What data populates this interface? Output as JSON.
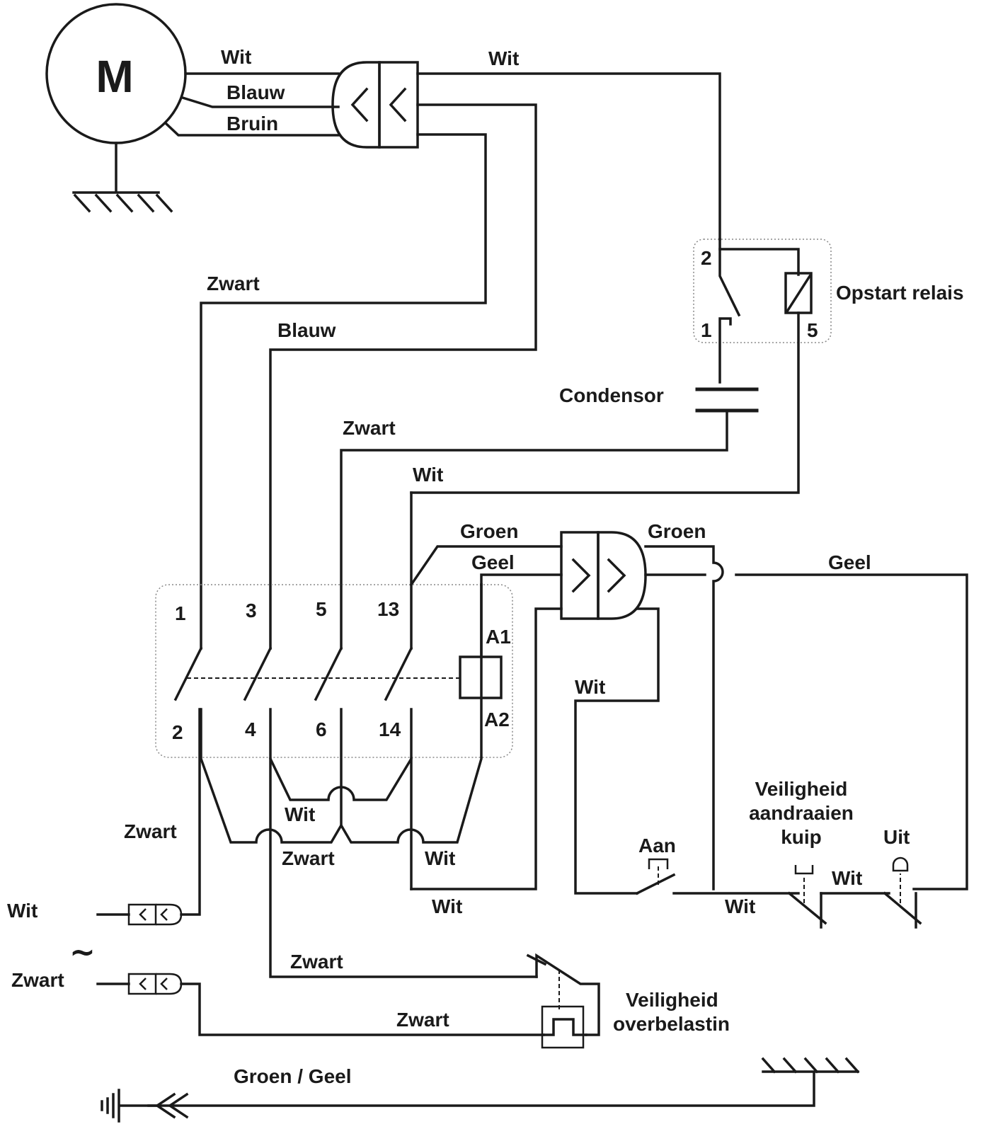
{
  "motor": {
    "symbol": "M"
  },
  "wires": {
    "motor_wit": "Wit",
    "motor_blauw": "Blauw",
    "motor_bruin": "Bruin",
    "conn_wit": "Wit",
    "zwart_1": "Zwart",
    "blauw_3": "Blauw",
    "zwart_5": "Zwart",
    "wit_13": "Wit",
    "groen_left": "Groen",
    "geel_left": "Geel",
    "groen_right": "Groen",
    "geel_right": "Geel",
    "wit_ctrl": "Wit",
    "wit_bridge": "Wit",
    "zwart_bridge": "Zwart",
    "wit_14": "Wit",
    "wit_bottom": "Wit",
    "zwart_left": "Zwart",
    "wit_aan": "Wit",
    "wit_uit": "Wit",
    "zwart_ol_top": "Zwart",
    "zwart_ol_bottom": "Zwart",
    "earth": "Groen / Geel"
  },
  "supply": {
    "wit": "Wit",
    "zwart": "Zwart",
    "ac_symbol": "~"
  },
  "relay": {
    "label": "Opstart relais",
    "pin2": "2",
    "pin1": "1",
    "pin5": "5"
  },
  "capacitor": {
    "label": "Condensor"
  },
  "contactor": {
    "top_pins": [
      "1",
      "3",
      "5",
      "13"
    ],
    "bottom_pins": [
      "2",
      "4",
      "6",
      "14"
    ],
    "coil_a1": "A1",
    "coil_a2": "A2"
  },
  "switches": {
    "aan": "Aan",
    "veiligheid_kuip_1": "Veiligheid",
    "veiligheid_kuip_2": "aandraaien",
    "veiligheid_kuip_3": "kuip",
    "uit": "Uit"
  },
  "overload": {
    "line1": "Veiligheid",
    "line2": "overbelastin"
  }
}
